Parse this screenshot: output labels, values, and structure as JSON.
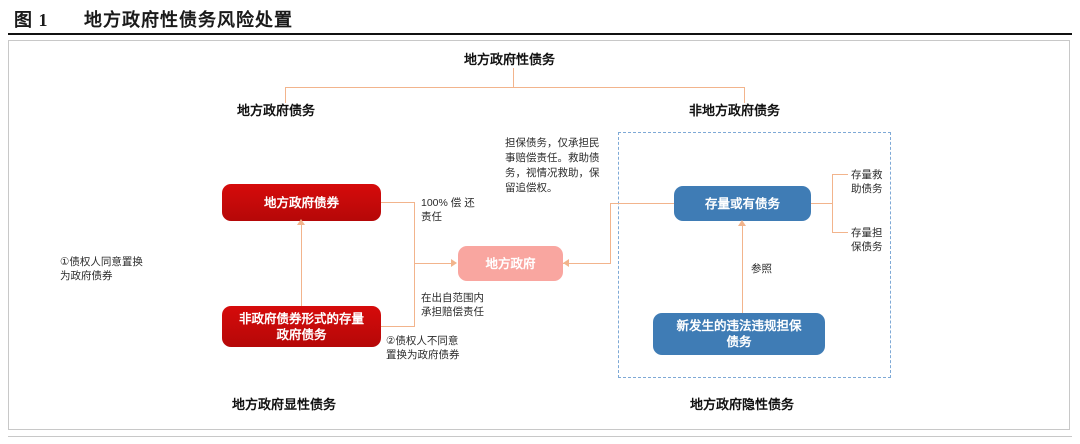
{
  "figure": {
    "number": "图 1",
    "title": "地方政府性债务风险处置"
  },
  "hierarchy": {
    "root": "地方政府性债务",
    "left_branch": "地方政府债务",
    "right_branch": "非地方政府债务",
    "left_footer": "地方政府显性债务",
    "right_footer": "地方政府隐性债务"
  },
  "nodes": {
    "local_gov_bond": "地方政府债券",
    "non_bond_stock_debt": "非政府债券形式的存量\n政府债务",
    "non_bond_stock_debt_line1": "非政府债券形式的存量",
    "non_bond_stock_debt_line2": "政府债务",
    "local_government": "地方政府",
    "stock_contingent_debt": "存量或有债务",
    "new_illegal_guarantee_debt_line1": "新发生的违法违规担保",
    "new_illegal_guarantee_debt_line2": "债务"
  },
  "annotations": {
    "swap_agree_line1": "①债权人同意置换",
    "swap_agree_line2": "为政府债券",
    "swap_disagree_line1": "②债权人不同意",
    "swap_disagree_line2": "置换为政府债券",
    "full_repay_line1": "100% 偿 还",
    "full_repay_line2": "责任",
    "limited_liability_line1": "在出自范围内",
    "limited_liability_line2": "承担赔偿责任",
    "guarantee_note_line1": "担保债务，仅承担民",
    "guarantee_note_line2": "事赔偿责任。救助债",
    "guarantee_note_line3": "务，视情况救助，保",
    "guarantee_note_line4": "留追偿权。",
    "refer": "参照",
    "stock_rescue_debt_line1": "存量救",
    "stock_rescue_debt_line2": "助债务",
    "stock_guarantee_debt_line1": "存量担",
    "stock_guarantee_debt_line2": "保债务"
  },
  "colors": {
    "red_box": "#c90a0a",
    "pink_box": "#f9a6a0",
    "blue_box": "#3f7cb5",
    "connector": "#f2b48c",
    "dashed_region": "#7ea9d6"
  }
}
